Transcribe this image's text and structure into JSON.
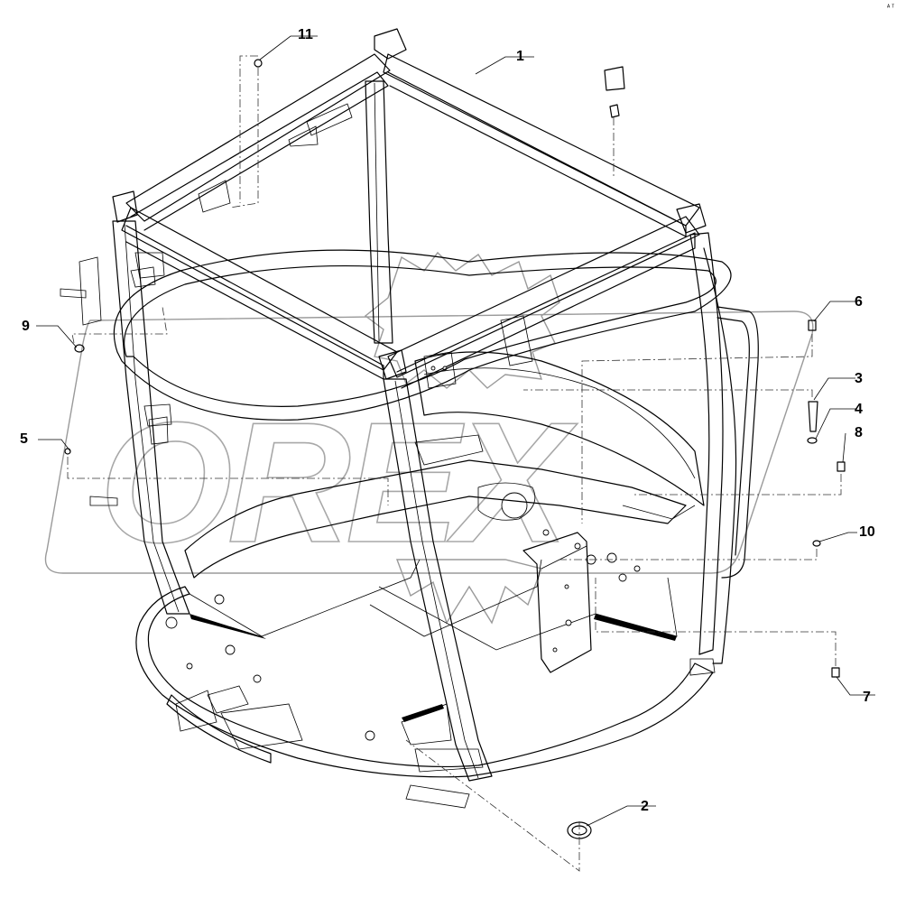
{
  "diagram": {
    "watermark_text": "OREX",
    "corner_mark": "ᴬ ᵀ",
    "callouts": [
      {
        "id": "1",
        "label": "1"
      },
      {
        "id": "2",
        "label": "2"
      },
      {
        "id": "3",
        "label": "3"
      },
      {
        "id": "4",
        "label": "4"
      },
      {
        "id": "5",
        "label": "5"
      },
      {
        "id": "6",
        "label": "6"
      },
      {
        "id": "7",
        "label": "7"
      },
      {
        "id": "8",
        "label": "8"
      },
      {
        "id": "9",
        "label": "9"
      },
      {
        "id": "10",
        "label": "10"
      },
      {
        "id": "11",
        "label": "11"
      }
    ]
  }
}
